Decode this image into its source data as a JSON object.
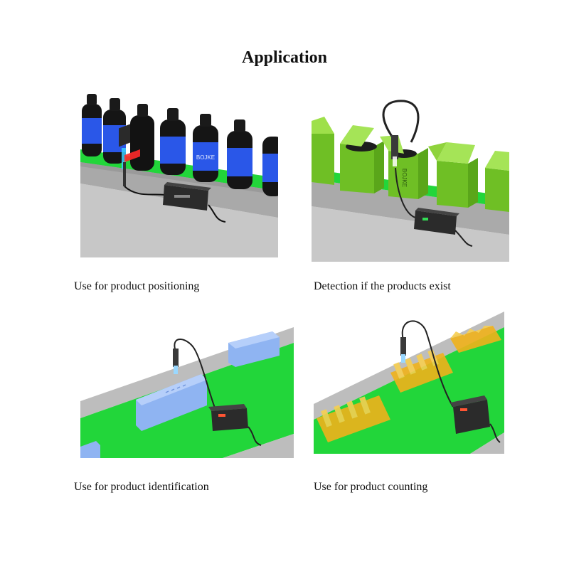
{
  "heading": "Application",
  "panels": [
    {
      "caption": "Use for product positioning",
      "bottle_label": "BOJKE"
    },
    {
      "caption": "Detection if the products exist",
      "box_label": "BOJKE"
    },
    {
      "caption": "Use for product identification"
    },
    {
      "caption": "Use for product counting"
    }
  ],
  "colors": {
    "belt_green": "#22d63a",
    "rail_gray": "#b9b9b9",
    "bottle_blue": "#2a57e8",
    "box_green": "#7ed12e",
    "part_blue": "#8fb4f2",
    "part_yellow": "#f0b21c",
    "sensor_dark": "#2b2b2b"
  }
}
